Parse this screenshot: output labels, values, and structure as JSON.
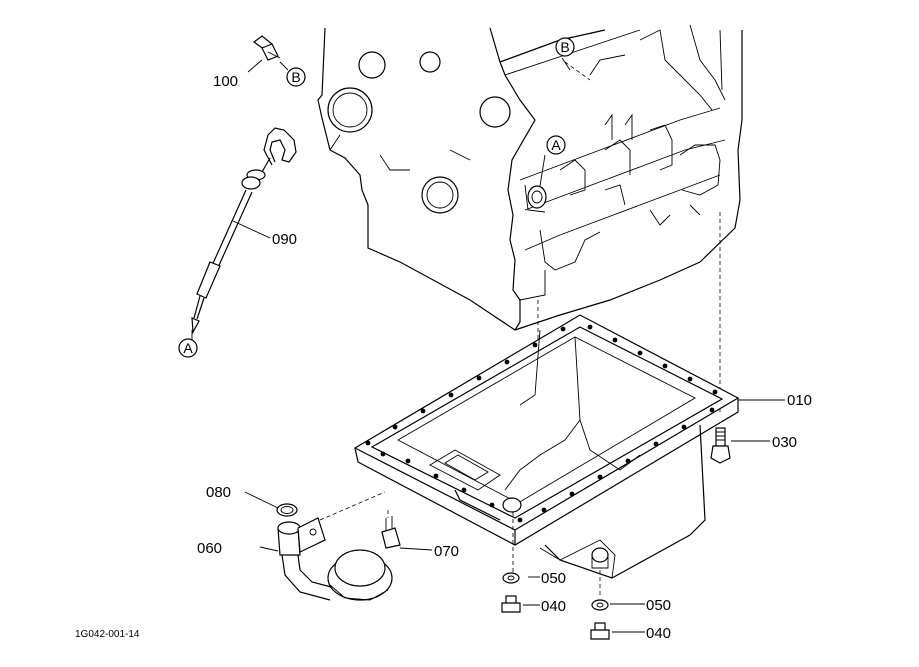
{
  "parts": {
    "p010": "010",
    "p030": "030",
    "p040a": "040",
    "p040b": "040",
    "p050a": "050",
    "p050b": "050",
    "p060": "060",
    "p070": "070",
    "p080": "080",
    "p090": "090",
    "p100": "100"
  },
  "callouts": {
    "a_top": "A",
    "a_bottom": "A",
    "b_top": "B",
    "b_side": "B"
  },
  "figure_code": "1G042-001-14"
}
